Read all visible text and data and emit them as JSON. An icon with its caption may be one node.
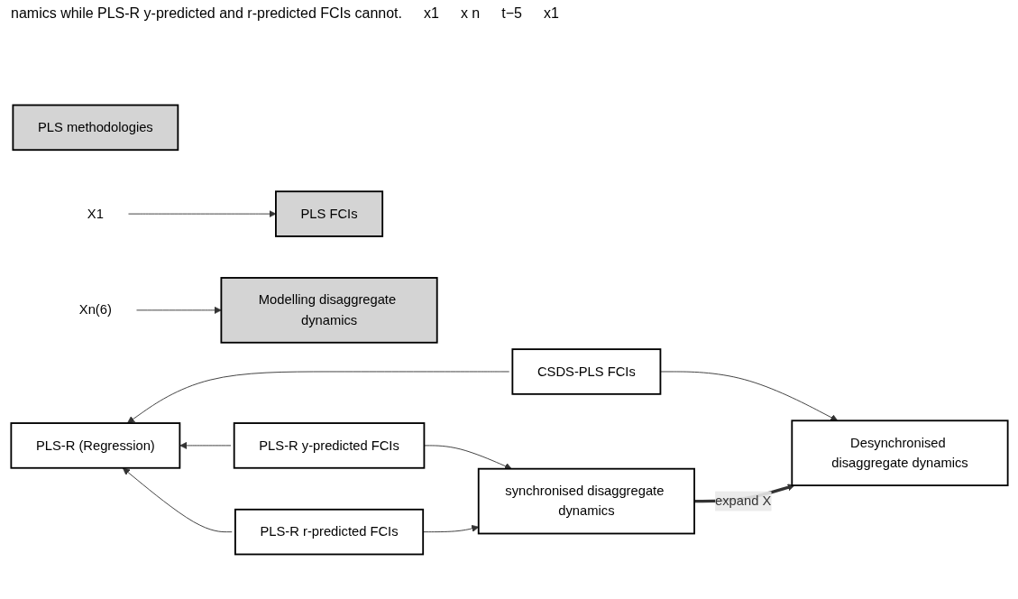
{
  "diagram": {
    "nodes": [
      {
        "text": [
          "PLS methodologies"
        ]
      },
      {
        "text": [
          "PLS FCIs"
        ]
      },
      {
        "text": [
          "Modelling disaggregate dynamics"
        ]
      },
      {
        "text": [
          "X1"
        ]
      },
      {
        "text": [
          "Xn(6)"
        ]
      },
      {
        "text": [
          "PLS-R (Regression)"
        ]
      },
      {
        "text": [
          "PLS-R y-predicted FCIs"
        ]
      },
      {
        "text": [
          "PLS-R r-predicted FCIs"
        ]
      },
      {
        "text": [
          "CSDS-PLS FCIs"
        ]
      },
      {
        "text": [
          "synchronised disaggregate dynamics"
        ]
      },
      {
        "text": [
          "Desynchronised disaggregate dynamics"
        ]
      }
    ],
    "edges": [
      {
        "from": 3,
        "to": 1,
        "arrow": "to"
      },
      {
        "from": 4,
        "to": 2,
        "arrow": "to"
      },
      {
        "from": 6,
        "to": 5,
        "arrow": "to"
      },
      {
        "from": 7,
        "to": 5,
        "arrow": "to"
      },
      {
        "from": 8,
        "to": 5,
        "arrow": "to"
      },
      {
        "from": 6,
        "to": 9,
        "arrow": "to"
      },
      {
        "from": 7,
        "to": 9,
        "arrow": "to"
      },
      {
        "from": 8,
        "to": 10,
        "arrow": "to"
      },
      {
        "from": 9,
        "to": 10,
        "arrow": "to",
        "label": "expand X",
        "style": "thick"
      }
    ],
    "labels": [
      "namics while PLS-R y-predicted and r-predicted FCIs cannot.",
      "x1",
      "x n",
      "t−5",
      "x1"
    ]
  }
}
